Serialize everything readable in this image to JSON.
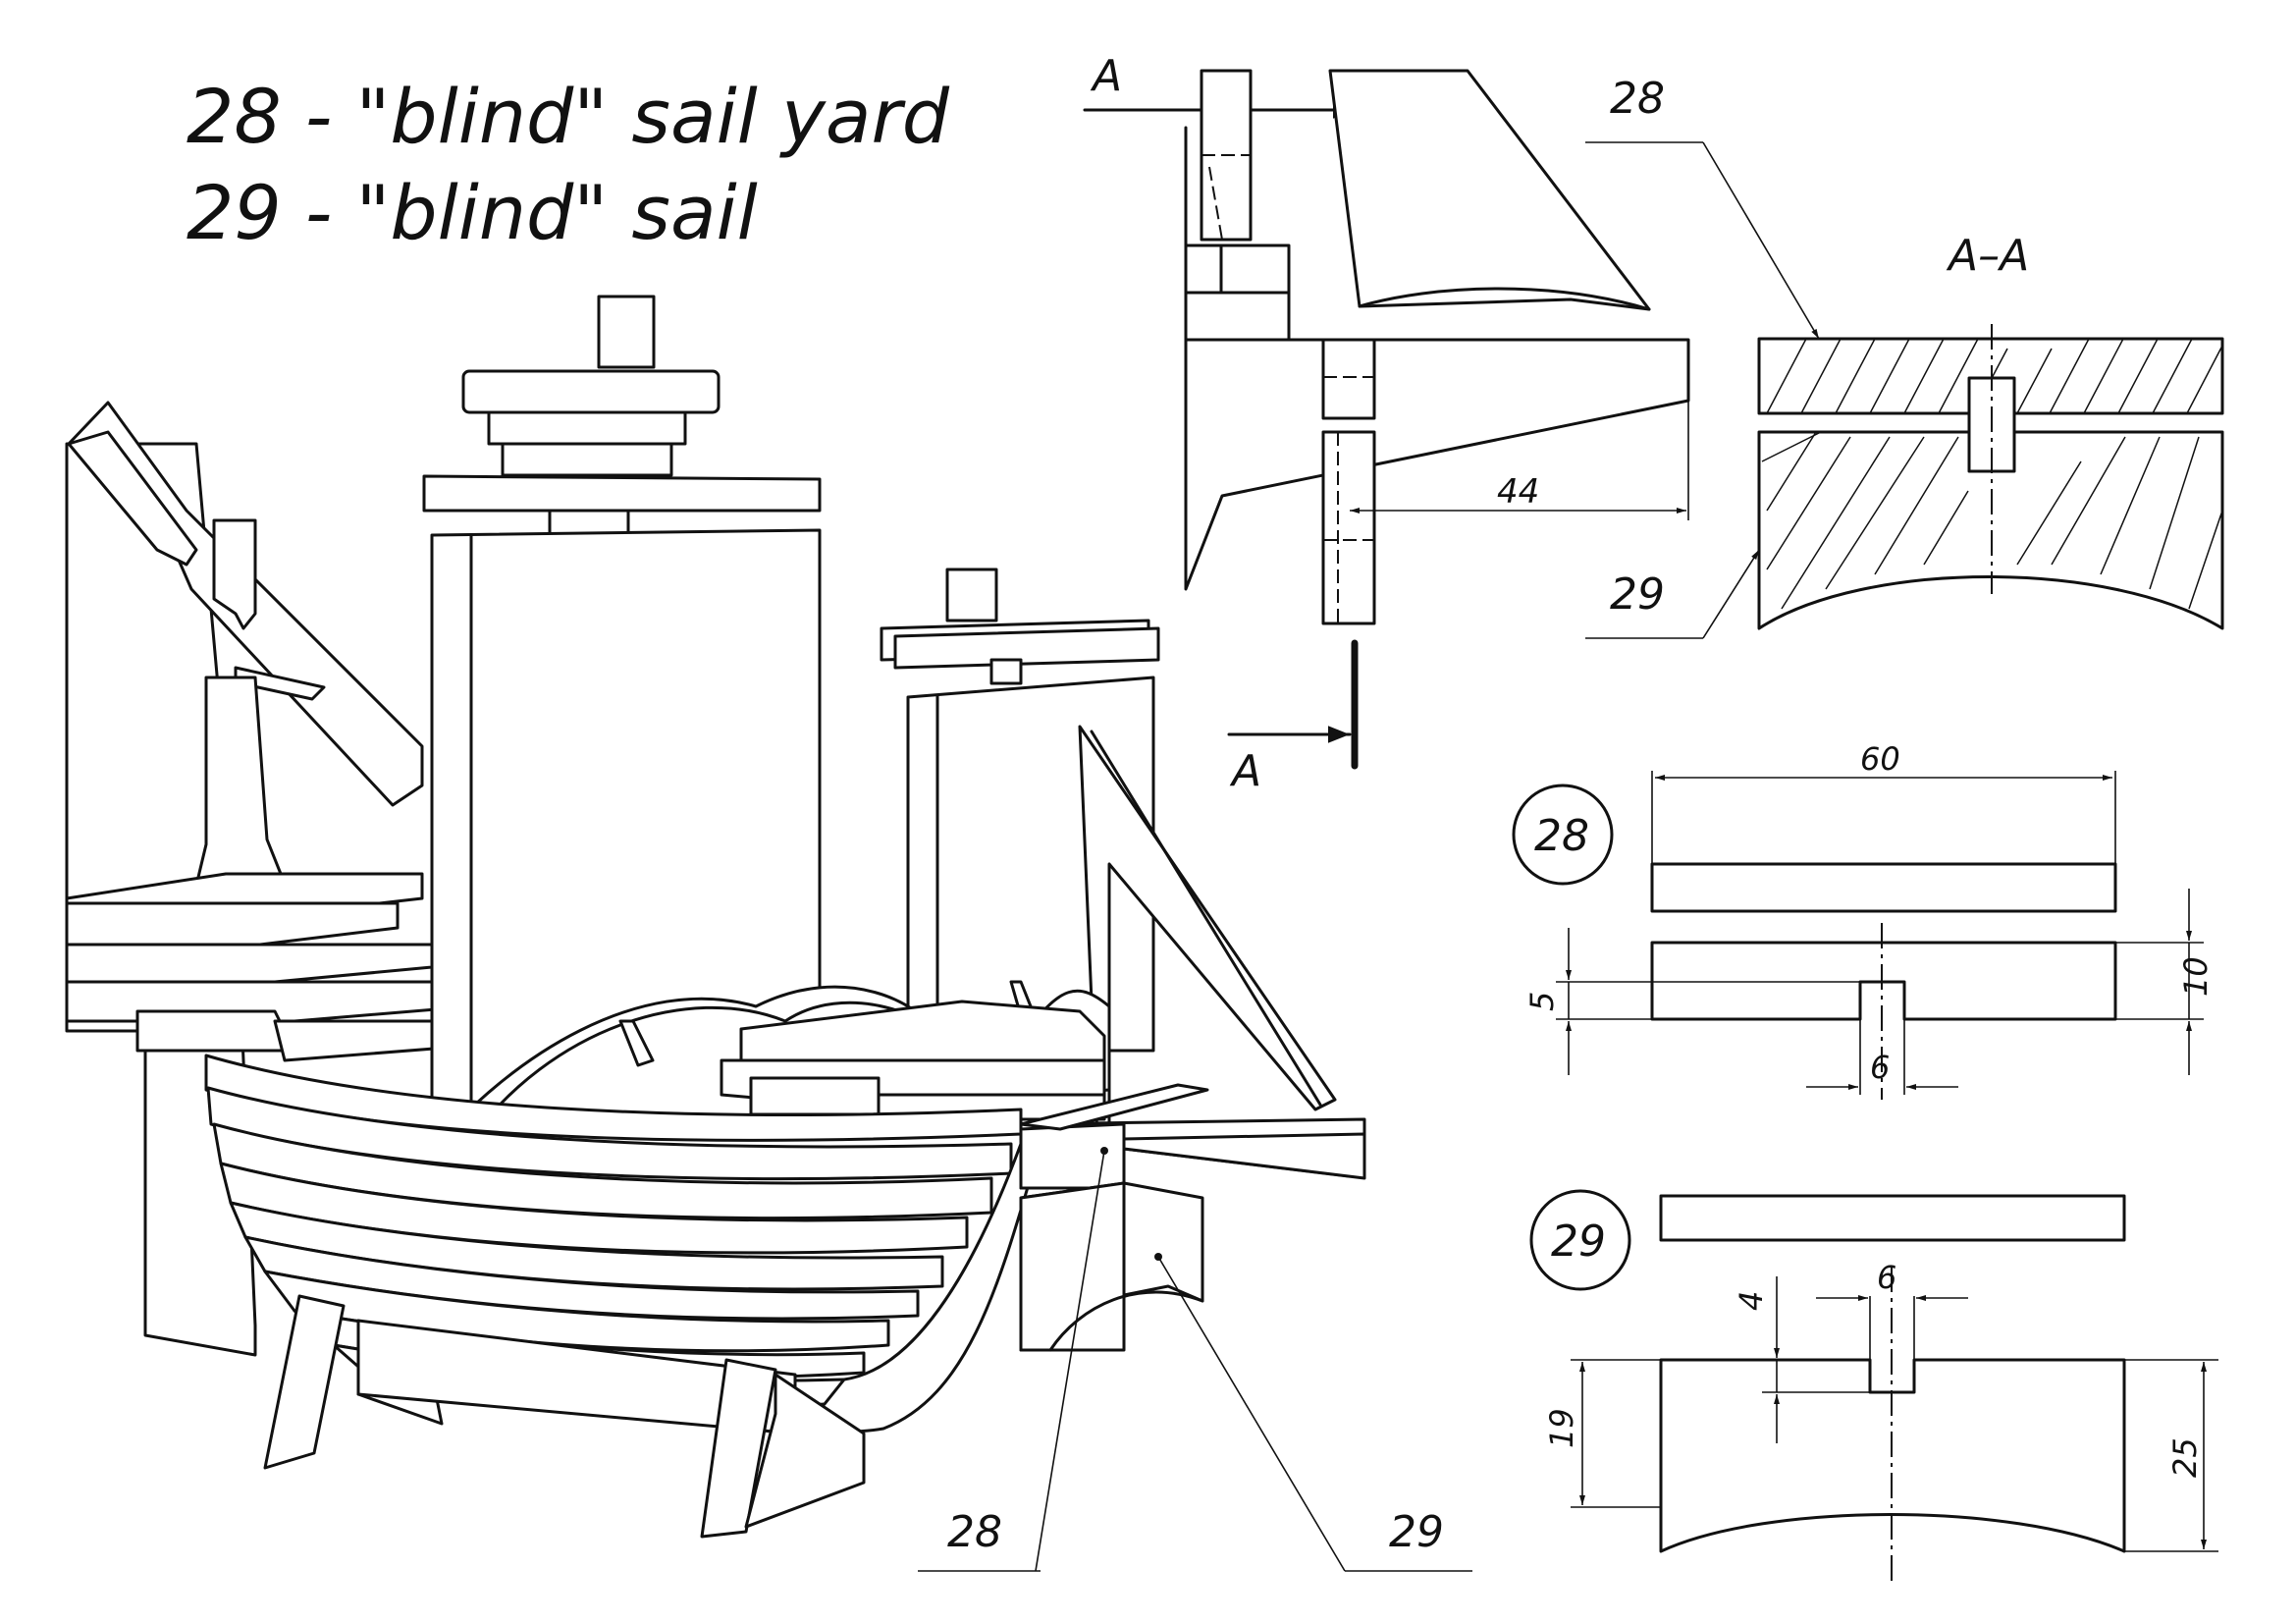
{
  "legend": [
    {
      "line": "28 - \"blind\" sail yard"
    },
    {
      "line": "29 - \"blind\" sail"
    }
  ],
  "section_view": {
    "marker_top": "A",
    "marker_bottom": "A",
    "title": "A–A",
    "dim_length": "44",
    "callout_yard": "28",
    "callout_sail": "29"
  },
  "assembly_view": {
    "callout_yard": "28",
    "callout_sail": "29"
  },
  "part_28": {
    "id": "28",
    "dim_length": "60",
    "dim_height": "10",
    "dim_slot_depth": "5",
    "dim_slot_width": "6"
  },
  "part_29": {
    "id": "29",
    "dim_slot_depth": "4",
    "dim_slot_width": "6",
    "dim_edge_height": "19",
    "dim_total_height": "25"
  }
}
